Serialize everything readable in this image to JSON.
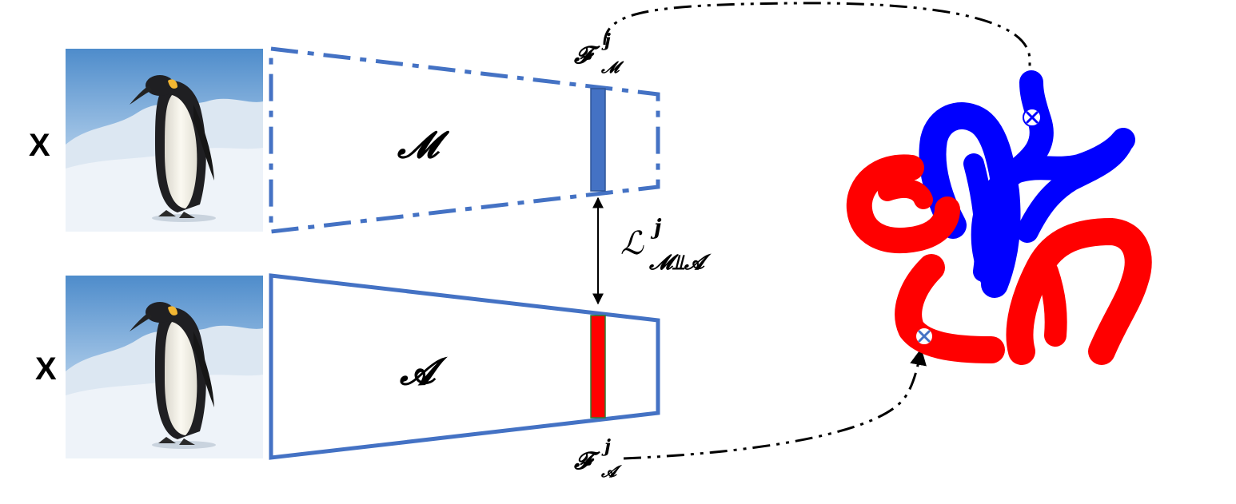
{
  "input_label_top": "X",
  "input_label_bottom": "X",
  "model_m": "𝓜",
  "model_a": "𝓐",
  "feature_m": {
    "symbol": "𝓕",
    "sup": "j",
    "sub": "𝓜"
  },
  "feature_a": {
    "symbol": "𝓕",
    "sup": "j",
    "sub": "𝓐"
  },
  "loss": {
    "symbol": "ℒ",
    "sup": "j",
    "sub": "𝓜⫫𝓐"
  },
  "colors": {
    "accent_blue": "#4472C4",
    "feature_blue": "#4472C4",
    "feature_red": "#FF0000",
    "cluster_blue": "#0000FF",
    "cluster_red": "#FF0000",
    "sky_top": "#5E97CE",
    "snow": "#E7EEF6"
  },
  "icons": [
    "penguin-image",
    "cross-marker-icon"
  ]
}
